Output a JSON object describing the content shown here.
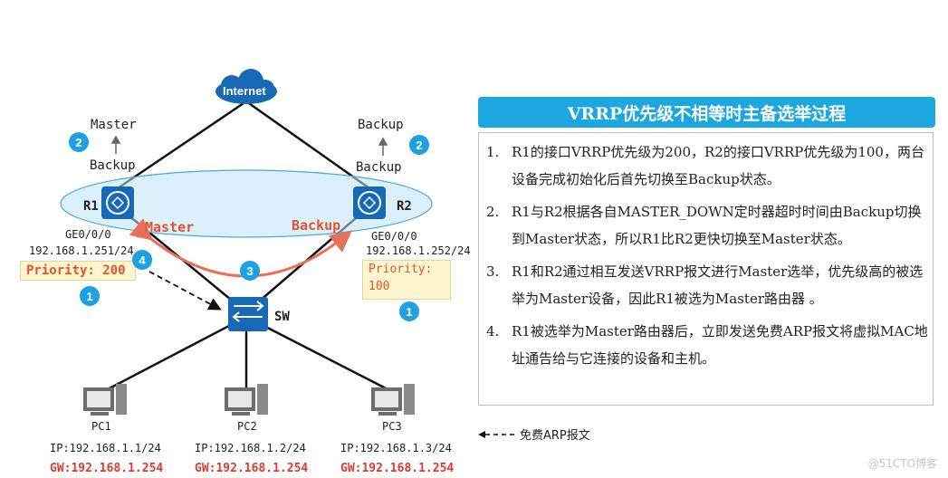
{
  "cloud": {
    "label": "Internet"
  },
  "r1": {
    "name": "R1",
    "state_top": "Master",
    "state_bottom": "Backup",
    "interface": "GE0/0/0",
    "ip": "192.168.1.251/24",
    "priority": "Priority: 200",
    "link_state": "Master"
  },
  "r2": {
    "name": "R2",
    "state_top": "Backup",
    "state_bottom": "Backup",
    "interface": "GE0/0/0",
    "ip": "192.168.1.252/24",
    "priority_line1": "Priority:",
    "priority_line2": "100",
    "link_state": "Backup"
  },
  "switch": {
    "name": "SW"
  },
  "badges": {
    "b1": "1",
    "b2": "2",
    "b3": "3",
    "b4": "4"
  },
  "pcs": [
    {
      "name": "PC1",
      "ip": "IP:192.168.1.1/24",
      "gw": "GW:192.168.1.254"
    },
    {
      "name": "PC2",
      "ip": "IP:192.168.1.2/24",
      "gw": "GW:192.168.1.254"
    },
    {
      "name": "PC3",
      "ip": "IP:192.168.1.3/24",
      "gw": "GW:192.168.1.254"
    }
  ],
  "panel": {
    "title": "VRRP优先级不相等时主备选举过程",
    "steps": [
      {
        "num": "1.",
        "text": "R1的接口VRRP优先级为200，R2的接口VRRP优先级为100，两台设备完成初始化后首先切换至Backup状态。"
      },
      {
        "num": "2.",
        "text": "R1与R2根据各自MASTER_DOWN定时器超时时间由Backup切换到Master状态，所以R1比R2更快切换至Master状态。"
      },
      {
        "num": "3.",
        "text": "R1和R2通过相互发送VRRP报文进行Master选举，优先级高的被选举为Master设备，因此R1被选为Master路由器 。"
      },
      {
        "num": "4.",
        "text": "R1被选举为Master路由器后，立即发送免费ARP报文将虚拟MAC地址通告给与它连接的设备和主机。"
      }
    ]
  },
  "legend": {
    "label": "免费ARP报文"
  },
  "watermark": "@51CTO博客",
  "colors": {
    "accent": "#1ca7e0",
    "router": "#1769b5",
    "arrow": "#e8705a",
    "prio_bg": "#fdf6cf"
  }
}
